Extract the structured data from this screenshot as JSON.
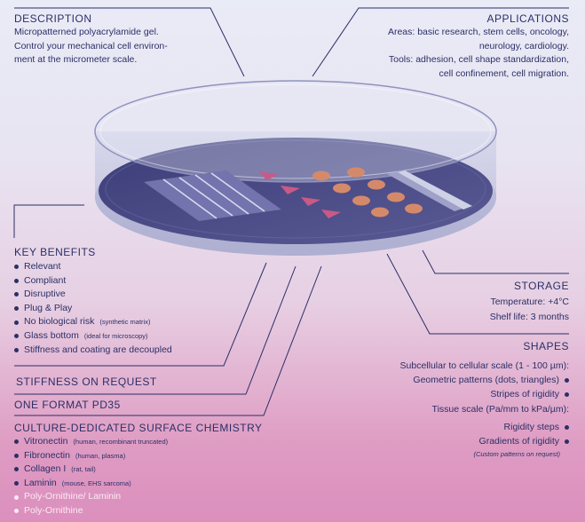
{
  "description": {
    "heading": "DESCRIPTION",
    "lines": [
      "Micropatterned polyacrylamide gel.",
      "Control your mechanical cell environ-",
      "ment at the micrometer scale."
    ]
  },
  "applications": {
    "heading": "APPLICATIONS",
    "lines": [
      "Areas: basic research, stem cells, oncology,",
      "neurology, cardiology.",
      "Tools: adhesion, cell shape standardization,",
      "cell confinement, cell migration."
    ]
  },
  "key_benefits": {
    "heading": "KEY BENEFITS",
    "items": [
      {
        "text": "Relevant",
        "note": ""
      },
      {
        "text": "Compliant",
        "note": ""
      },
      {
        "text": "Disruptive",
        "note": ""
      },
      {
        "text": "Plug & Play",
        "note": ""
      },
      {
        "text": "No biological risk",
        "note": "(synthetic matrix)"
      },
      {
        "text": "Glass bottom",
        "note": "(ideal for microscopy)"
      },
      {
        "text": "Stiffness and coating are decoupled",
        "note": ""
      }
    ]
  },
  "stiffness": {
    "heading": "STIFFNESS ON REQUEST"
  },
  "format": {
    "heading": "ONE FORMAT PD35"
  },
  "chemistry": {
    "heading": "CULTURE-DEDICATED SURFACE CHEMISTRY",
    "items": [
      {
        "text": "Vitronectin",
        "note": "(human, recombinant truncated)"
      },
      {
        "text": "Fibronectin",
        "note": "(human, plasma)"
      },
      {
        "text": "Collagen I",
        "note": "(rat, tail)"
      },
      {
        "text": "Laminin",
        "note": "(mouse, EHS sarcoma)"
      },
      {
        "text": "Poly-Ornithine/ Laminin",
        "note": ""
      },
      {
        "text": "Poly-Ornithine",
        "note": ""
      }
    ]
  },
  "storage": {
    "heading": "STORAGE",
    "temperature": "Temperature: +4°C",
    "shelf_life": "Shelf life: 3 months"
  },
  "shapes": {
    "heading": "SHAPES",
    "subcellular": "Subcellular to cellular scale (1 - 100 µm):",
    "geometric": "Geometric patterns (dots, triangles)",
    "stripes": "Stripes of rigidity",
    "tissue": "Tissue scale (Pa/mm to kPa/µm):",
    "steps": "Rigidity steps",
    "gradients": "Gradients of rigidity",
    "custom": "(Custom patterns on request)"
  },
  "colors": {
    "text": "#2b2f66",
    "gel": "#4f4f8a",
    "dot": "#d48a6a",
    "triangle": "#c95a86"
  }
}
